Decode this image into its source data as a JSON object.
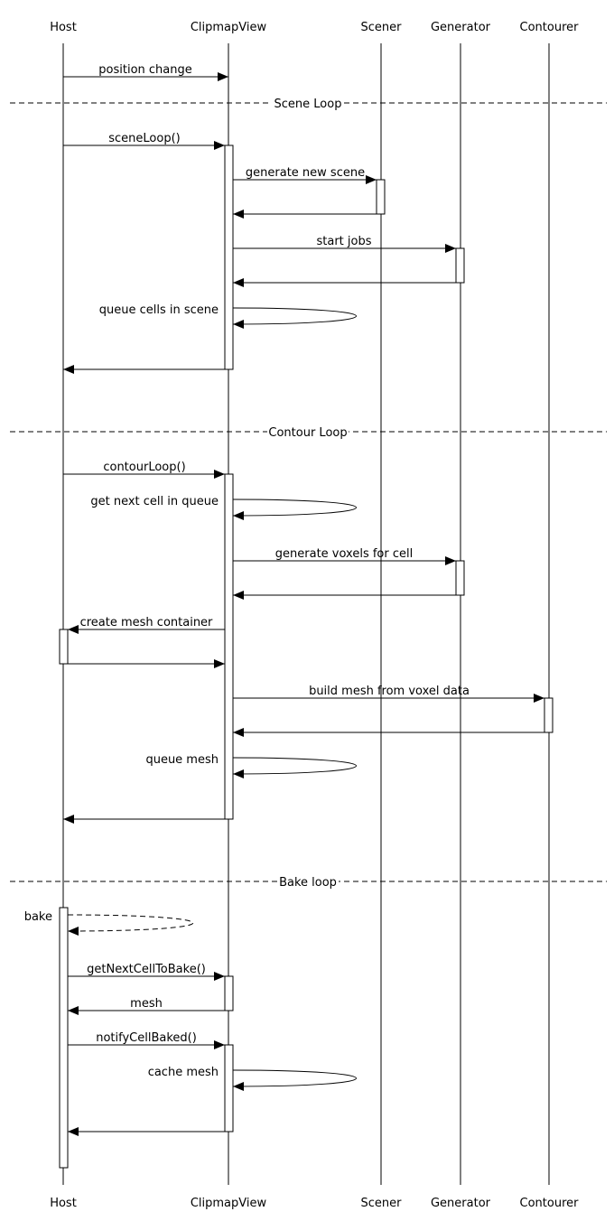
{
  "participants": {
    "host": "Host",
    "clipmapview": "ClipmapView",
    "scener": "Scener",
    "generator": "Generator",
    "contourer": "Contourer"
  },
  "sections": {
    "scene_loop": "Scene Loop",
    "contour_loop": "Contour Loop",
    "bake_loop": "Bake loop"
  },
  "messages": {
    "position_change": "position change",
    "scene_loop_call": "sceneLoop()",
    "generate_new_scene": "generate new scene",
    "start_jobs": "start jobs",
    "queue_cells_in_scene": "queue cells in scene",
    "contour_loop_call": "contourLoop()",
    "get_next_cell_in_queue": "get next cell in queue",
    "generate_voxels_for_cell": "generate voxels for cell",
    "create_mesh_container": "create mesh container",
    "build_mesh_from_voxel_data": "build mesh from voxel data",
    "queue_mesh": "queue mesh",
    "bake": "bake",
    "get_next_cell_to_bake": "getNextCellToBake()",
    "mesh": "mesh",
    "notify_cell_baked": "notifyCellBaked()",
    "cache_mesh": "cache mesh"
  }
}
